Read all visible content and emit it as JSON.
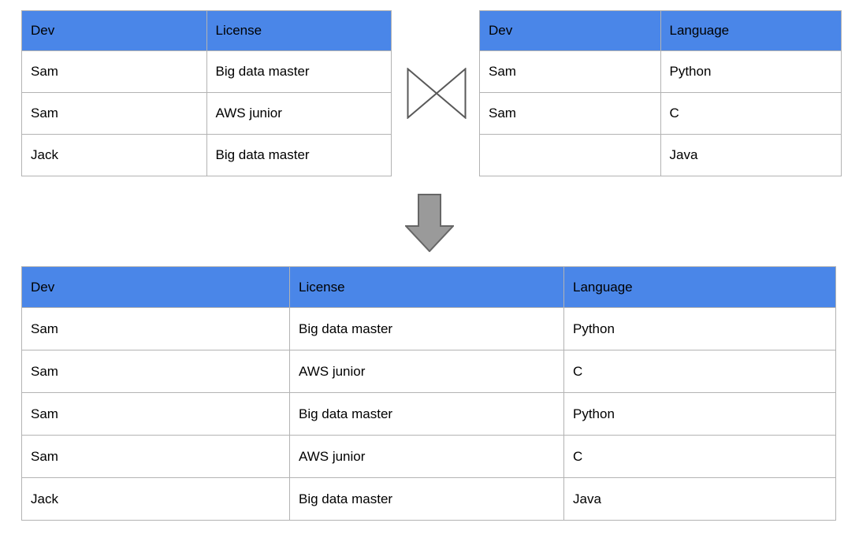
{
  "colors": {
    "header_bg": "#4a86e8",
    "border": "#b3b3b3",
    "text": "#000000",
    "arrow_fill": "#9a9a9a",
    "arrow_stroke": "#666666",
    "bowtie_stroke": "#595959",
    "page_bg": "#ffffff"
  },
  "left_table": {
    "headers": [
      "Dev",
      "License"
    ],
    "rows": [
      [
        "Sam",
        "Big data master"
      ],
      [
        "Sam",
        "AWS junior"
      ],
      [
        "Jack",
        "Big data master"
      ]
    ]
  },
  "right_table": {
    "headers": [
      "Dev",
      "Language"
    ],
    "rows": [
      [
        "Sam",
        "Python"
      ],
      [
        "Sam",
        "C"
      ],
      [
        "",
        "Java"
      ]
    ]
  },
  "result_table": {
    "headers": [
      "Dev",
      "License",
      "Language"
    ],
    "rows": [
      [
        "Sam",
        "Big data master",
        "Python"
      ],
      [
        "Sam",
        "AWS junior",
        "C"
      ],
      [
        "Sam",
        "Big data master",
        "Python"
      ],
      [
        "Sam",
        "AWS junior",
        "C"
      ],
      [
        "Jack",
        "Big data master",
        "Java"
      ]
    ]
  },
  "operators": {
    "join_symbol": "bowtie-natural-join",
    "flow_symbol": "down-arrow"
  }
}
